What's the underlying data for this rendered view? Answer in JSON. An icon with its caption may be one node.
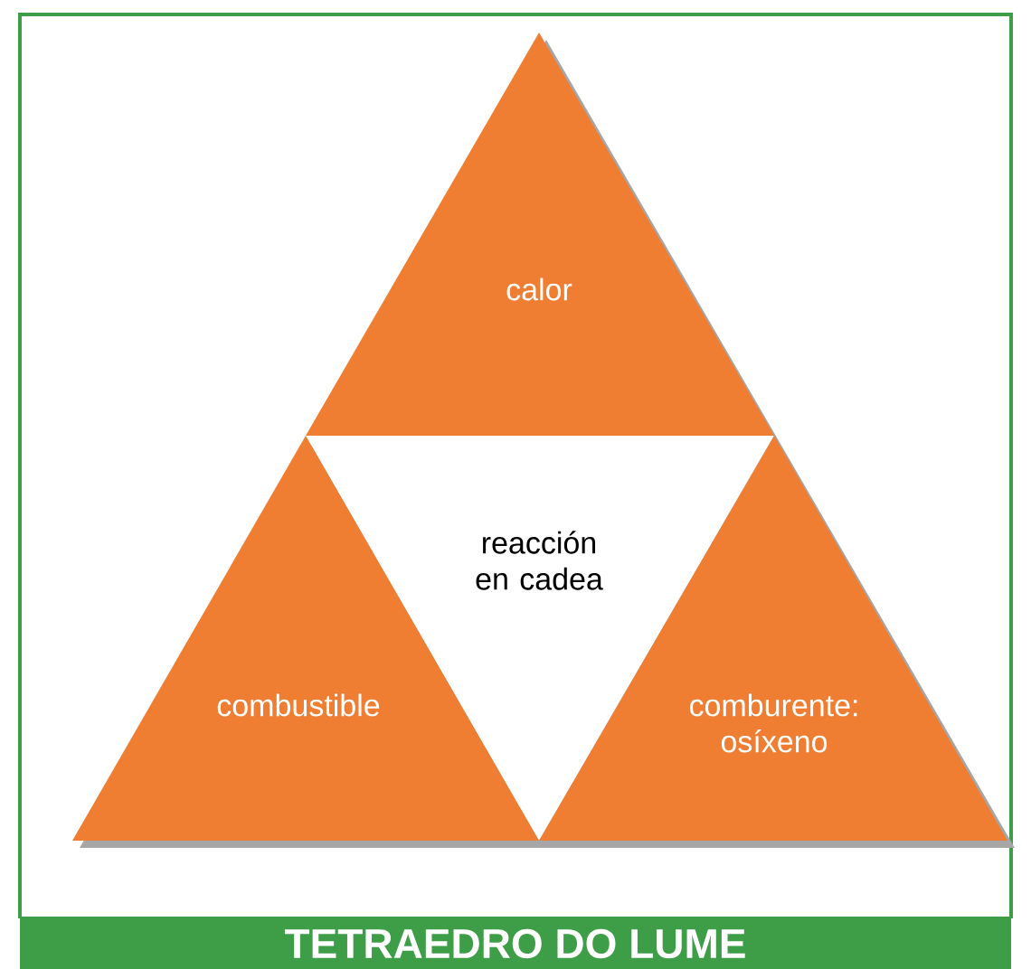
{
  "diagram": {
    "title": "TETRAEDRO DO LUME",
    "nodes": [
      {
        "text": [
          "calor"
        ]
      },
      {
        "text": [
          "reacción en cadea"
        ]
      },
      {
        "text": [
          "combustible"
        ]
      },
      {
        "text": [
          "comburente: osíxeno"
        ]
      }
    ]
  }
}
